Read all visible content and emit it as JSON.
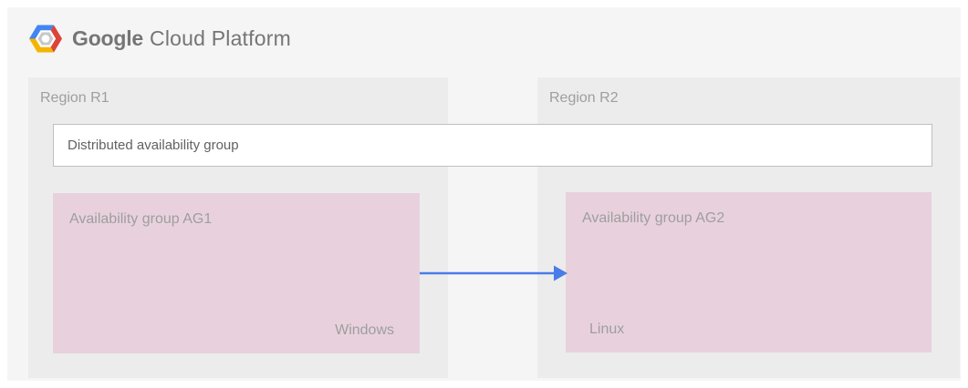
{
  "header": {
    "logo": {
      "brand": "Google",
      "product": "Cloud Platform",
      "icon": "gcp-hexagon-icon",
      "icon_colors": {
        "blue": "#4285f4",
        "red": "#db4437",
        "yellow": "#f4b400"
      }
    }
  },
  "diagram": {
    "distributed_group_label": "Distributed availability group",
    "regions": [
      {
        "label": "Region R1",
        "availability_group": {
          "label": "Availability group AG1",
          "os": "Windows"
        }
      },
      {
        "label": "Region R2",
        "availability_group": {
          "label": "Availability group AG2",
          "os": "Linux"
        }
      }
    ],
    "arrow": {
      "direction": "left-to-right",
      "from": "Availability group AG1",
      "to": "Availability group AG2",
      "color": "#4a7ce8"
    }
  },
  "palette": {
    "page_background": "#ffffff",
    "canvas_background": "#f5f5f5",
    "region_background": "#ececec",
    "availability_group_background": "#e8d1dd",
    "distributed_group_background": "#ffffff",
    "distributed_group_border": "#bfbfbf",
    "label_gray": "#9e9e9e",
    "bar_text_gray": "#616161",
    "logo_text_gray": "#757575"
  }
}
